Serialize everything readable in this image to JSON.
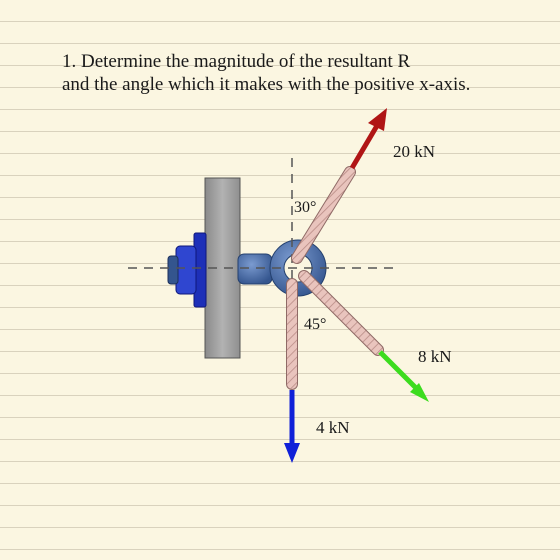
{
  "problem": {
    "line1": "1. Determine the magnitude of the resultant R",
    "line2": "and the angle which it makes with the positive x-axis."
  },
  "forces": [
    {
      "label": "20 kN",
      "angle_label": "30°",
      "color": "#b01515"
    },
    {
      "label": "8 kN",
      "angle_label": "45°",
      "color": "#3cdc1e"
    },
    {
      "label": "4 kN",
      "angle_label": "",
      "color": "#1020d8"
    }
  ],
  "colors": {
    "wall": "#9a9a9a",
    "eyebolt": "#4a6fa8",
    "nut": "#1d2fb8",
    "rope": "#e7bfb8",
    "page": "#fbf6e1"
  }
}
